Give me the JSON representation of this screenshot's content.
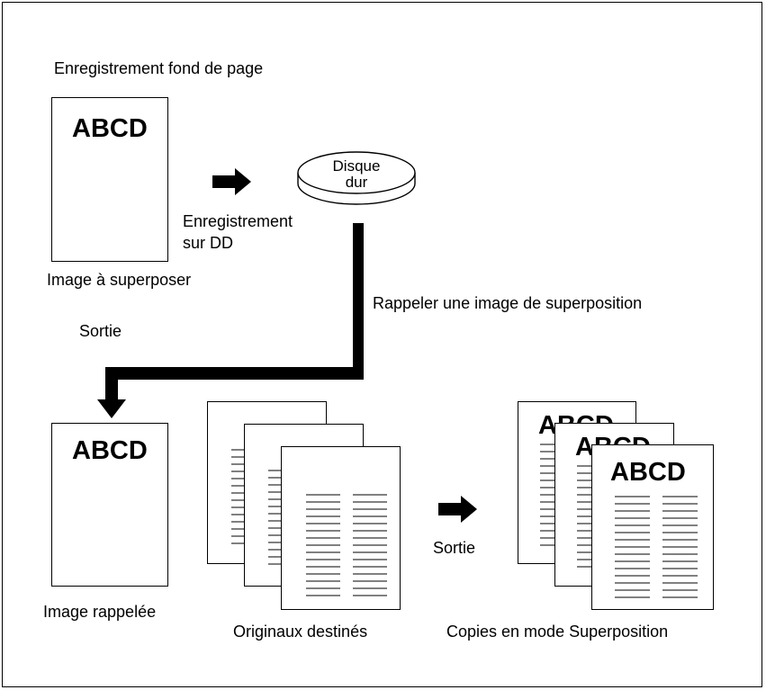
{
  "labels": {
    "heading": "Enregistrement fond de page",
    "overlay_image": "Image à superposer",
    "register_line1": "Enregistrement",
    "register_line2": "sur DD",
    "disk_line1": "Disque",
    "disk_line2": "dur",
    "recall": "Rappeler une image de superposition",
    "output_left": "Sortie",
    "recalled_image": "Image rappelée",
    "originals": "Originaux destinés",
    "output_right": "Sortie",
    "copies": "Copies en mode Superposition"
  },
  "page_text": "ABCD",
  "colors": {
    "line": "#000000",
    "paper": "#ffffff"
  }
}
